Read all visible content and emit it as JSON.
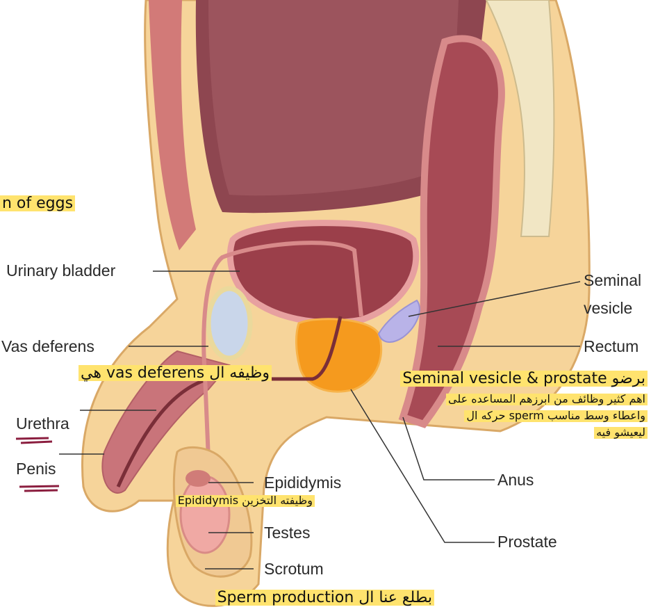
{
  "labels": {
    "urinary_bladder": "Urinary bladder",
    "vas_deferens": "Vas deferens",
    "urethra": "Urethra",
    "penis": "Penis",
    "epididymis": "Epididymis",
    "testes": "Testes",
    "scrotum": "Scrotum",
    "seminal_vesicle_line1": "Seminal",
    "seminal_vesicle_line2": "vesicle",
    "rectum": "Rectum",
    "anus": "Anus",
    "prostate": "Prostate"
  },
  "notes": {
    "eggs_fragment": "n of eggs",
    "vas_deferens_function": "وظيفه  ال vas deferens هي",
    "seminal_prostate_line1": "برضو Seminal vesicle & prostate",
    "seminal_prostate_line2": "اهم كثير وظائف من ابرزهم المساعده على",
    "seminal_prostate_line3": "واعطاء وسط مناسب sperm حركه ال",
    "seminal_prostate_line4": "ليعيشو فيه",
    "epididymis_function": "وظيفته التخزين Epididymis",
    "sperm_production": "بطلع عنا ال Sperm production"
  },
  "colors": {
    "skin": "#f6d49a",
    "skin_outline": "#d9a866",
    "flesh": "#c9747a",
    "organ_dark": "#8c3a44",
    "bladder": "#9b3f4a",
    "prostate": "#f59a1e",
    "seminal_vesicle": "#b9b3e8",
    "pubic_bone": "#c9d6ea",
    "highlight": "#ffe36e",
    "underline": "#8b1e3f"
  }
}
